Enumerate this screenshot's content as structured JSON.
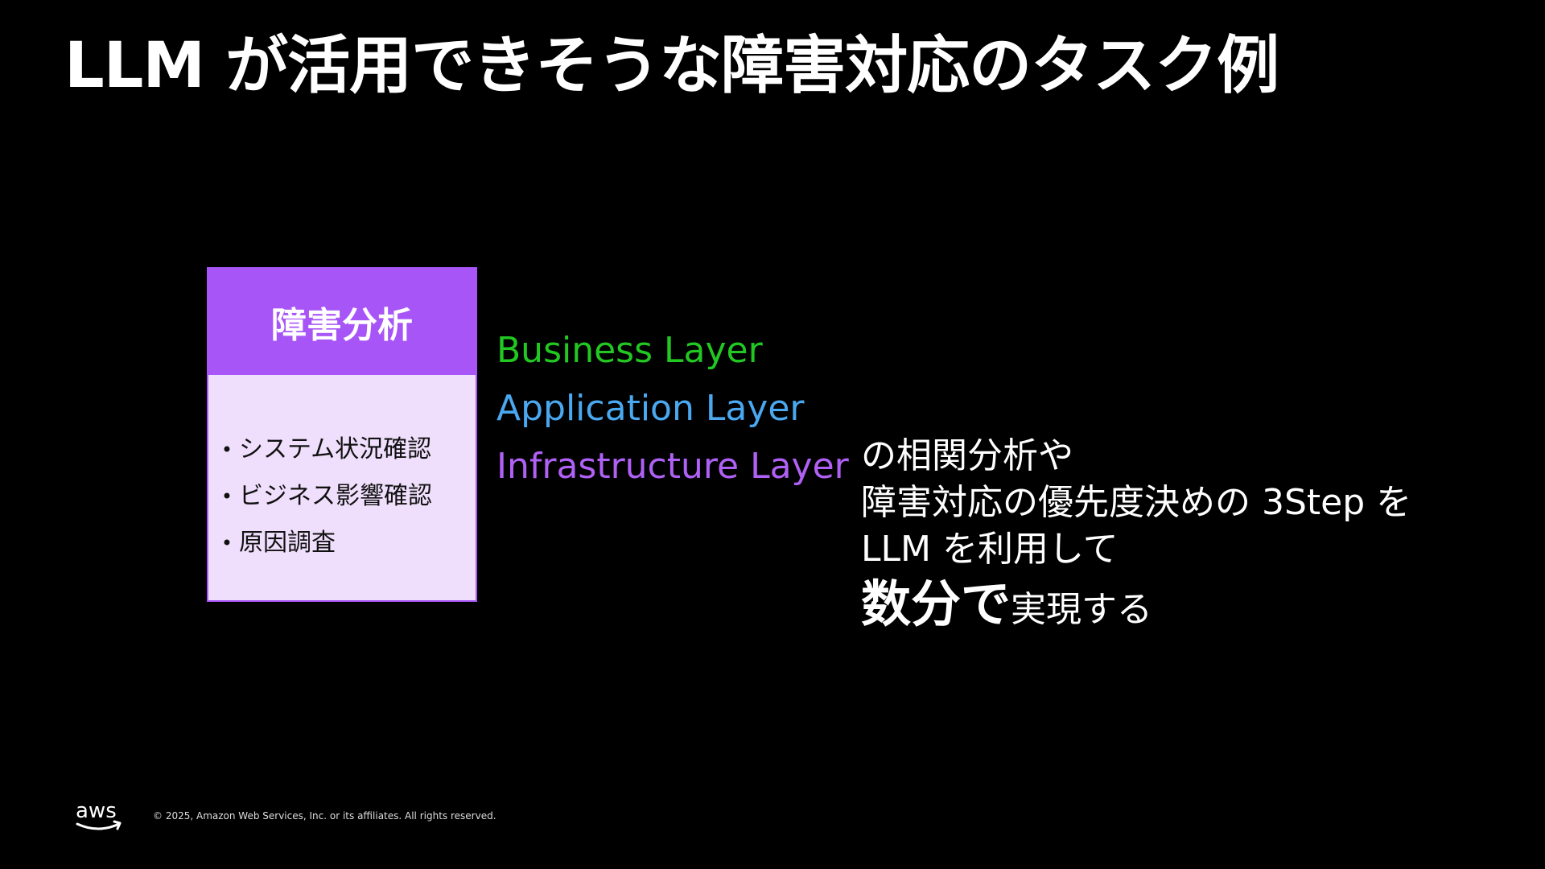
{
  "slide": {
    "title": "LLM が活用できそうな障害対応のタスク例"
  },
  "card": {
    "header": "障害分析",
    "items": [
      {
        "bullet": "•",
        "text": "システム状況確認"
      },
      {
        "bullet": "•",
        "text": "ビジネス影響確認"
      },
      {
        "bullet": "•",
        "text": "原因調査"
      }
    ]
  },
  "layers": {
    "business": "Business Layer",
    "application": "Application Layer",
    "infrastructure": "Infrastructure Layer"
  },
  "statement": {
    "line1": "の相関分析や",
    "line2": "障害対応の優先度決めの 3Step を",
    "line3": "LLM を利用して",
    "emphasis": "数分で",
    "line4_rest": "実現する"
  },
  "footer": {
    "logo_icon": "aws-logo-icon",
    "logo_text": "aws",
    "copyright": "© 2025, Amazon Web Services, Inc. or its affiliates. All rights reserved."
  },
  "colors": {
    "background": "#000000",
    "card_header": "#a855f7",
    "card_body": "#f0dffc",
    "business": "#22c722",
    "application": "#4aa8f0",
    "infrastructure": "#b061f5"
  }
}
